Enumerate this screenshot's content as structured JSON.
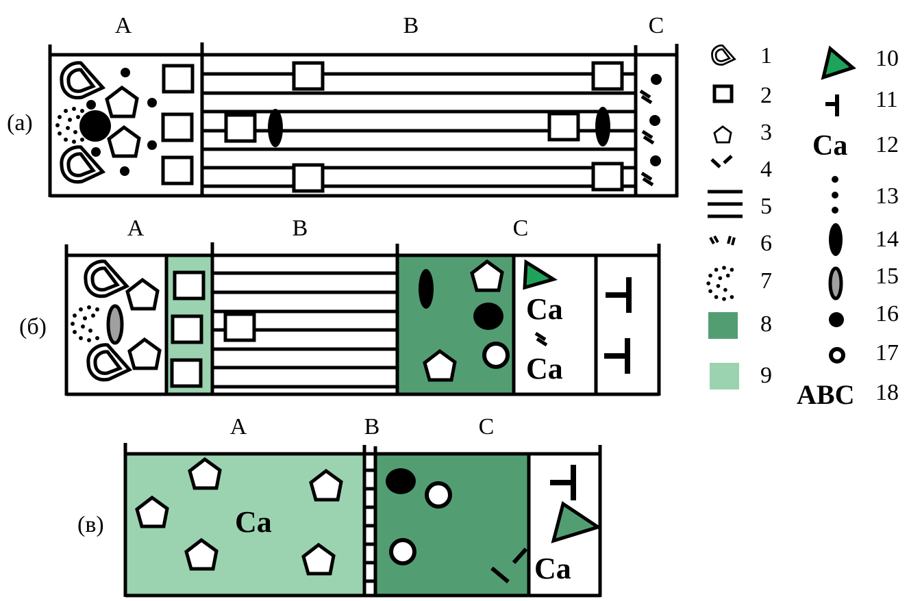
{
  "colors": {
    "dark_green": "#529e72",
    "light_green": "#9bd3b0",
    "triangle_green": "#1fa35a",
    "gray_fill": "#a0a0a0",
    "ink": "#000000",
    "paper": "#ffffff"
  },
  "panels": [
    {
      "id": "a",
      "label": "(a)",
      "zones": [
        "A",
        "B",
        "C"
      ]
    },
    {
      "id": "b",
      "label": "(б)",
      "zones": [
        "A",
        "B",
        "C"
      ]
    },
    {
      "id": "c",
      "label": "(в)",
      "zones": [
        "A",
        "B",
        "C"
      ]
    }
  ],
  "legend": [
    {
      "num": "1",
      "icon": "drop-shell-icon"
    },
    {
      "num": "2",
      "icon": "square-icon"
    },
    {
      "num": "3",
      "icon": "pentagon-icon"
    },
    {
      "num": "4",
      "icon": "broken-dash-icon"
    },
    {
      "num": "5",
      "icon": "triple-lines-icon"
    },
    {
      "num": "6",
      "icon": "double-dash-pair-icon"
    },
    {
      "num": "7",
      "icon": "dotted-circle-icon"
    },
    {
      "num": "8",
      "icon": "dark-green-swatch-icon"
    },
    {
      "num": "9",
      "icon": "light-green-swatch-icon"
    },
    {
      "num": "10",
      "icon": "green-triangle-icon"
    },
    {
      "num": "11",
      "icon": "t-bar-icon"
    },
    {
      "num": "12",
      "icon": "ca-text-icon",
      "text": "Ca"
    },
    {
      "num": "13",
      "icon": "three-dots-icon"
    },
    {
      "num": "14",
      "icon": "black-ellipse-icon"
    },
    {
      "num": "15",
      "icon": "gray-ellipse-icon"
    },
    {
      "num": "16",
      "icon": "black-dot-icon"
    },
    {
      "num": "17",
      "icon": "ring-icon"
    },
    {
      "num": "18",
      "icon": "abc-text-icon",
      "text": "ABC"
    }
  ],
  "texts": {
    "ca": "Ca"
  }
}
